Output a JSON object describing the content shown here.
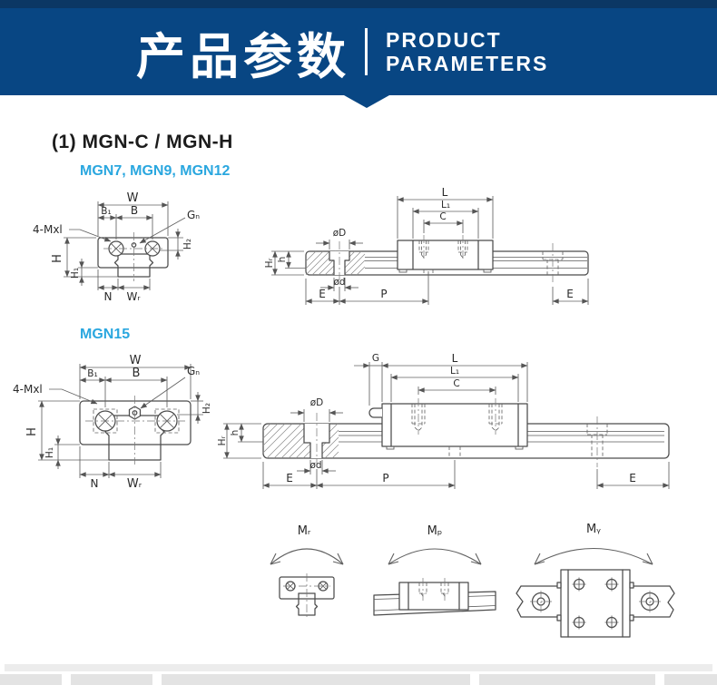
{
  "header": {
    "title_zh": "产品参数",
    "title_en_line1": "PRODUCT",
    "title_en_line2": "PARAMETERS",
    "banner_color": "#084683",
    "top_strip_color": "#0b3764"
  },
  "section": {
    "heading": "(1) MGN-C / MGN-H",
    "series_small": "MGN7, MGN9, MGN12",
    "series_large": "MGN15",
    "accent_color": "#2aa7df"
  },
  "dim_labels": {
    "W": "W",
    "B1": "B₁",
    "B": "B",
    "Gn": "Gₙ",
    "screw_spec": "4-Mxl",
    "H": "H",
    "H1": "H₁",
    "H2": "H₂",
    "N": "N",
    "WR": "Wᵣ",
    "L": "L",
    "L1": "L₁",
    "C": "C",
    "dia_D": "øD",
    "dia_d": "ød",
    "HR": "Hᵣ",
    "h": "h",
    "E": "E",
    "P": "P",
    "G": "G"
  },
  "moment_labels": {
    "MR": "Mᵣ",
    "MP": "Mₚ",
    "MY": "Mᵧ"
  }
}
